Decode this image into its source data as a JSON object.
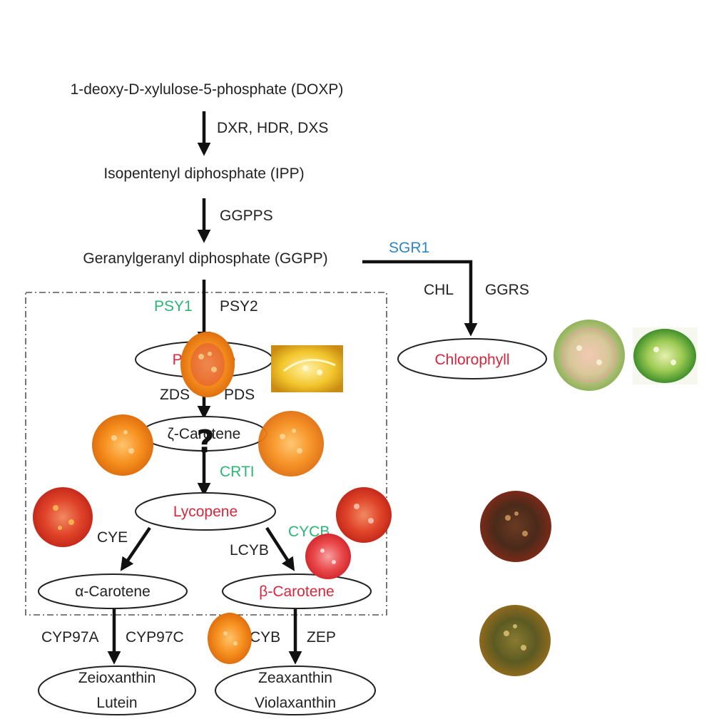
{
  "pathway": {
    "doxp": "1-deoxy-D-xylulose-5-phosphate (DOXP)",
    "ipp": "Isopentenyl diphosphate (IPP)",
    "ggpp": "Geranylgeranyl diphosphate (GGPP)",
    "phytoene": "Phytoene",
    "zeta_carotene": "ζ-Carotene",
    "lycopene": "Lycopene",
    "alpha_carotene": "α-Carotene",
    "beta_carotene": "β-Carotene",
    "zeioxanthin": "Zeioxanthin",
    "lutein": "Lutein",
    "zeaxanthin": "Zeaxanthin",
    "violaxanthin": "Violaxanthin",
    "chlorophyll": "Chlorophyll",
    "question_mark": "?"
  },
  "enzymes": {
    "dxr_hdr_dxs": "DXR, HDR, DXS",
    "ggpps": "GGPPS",
    "sgr1": "SGR1",
    "chl": "CHL",
    "ggrs": "GGRS",
    "psy1": "PSY1",
    "psy2": "PSY2",
    "zds": "ZDS",
    "pds": "PDS",
    "crti": "CRTI",
    "cye": "CYE",
    "lcyb": "LCYB",
    "cycb": "CYCB",
    "cyp97a": "CYP97A",
    "cyp97c": "CYP97C",
    "cyb": "CYB",
    "zep": "ZEP"
  },
  "colors": {
    "highlight_green": "#2bb673",
    "highlight_blue": "#2e86c1",
    "highlight_red": "#d9263a",
    "text": "#222222"
  }
}
